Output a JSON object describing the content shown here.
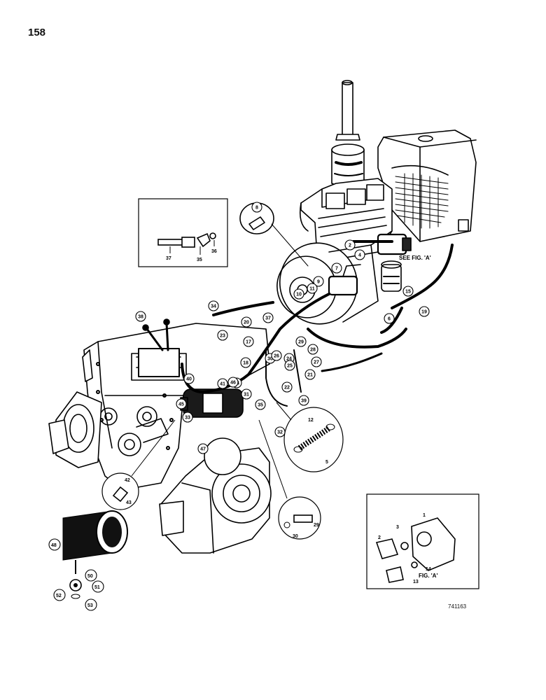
{
  "page_number": "158",
  "figure_id": "741163",
  "see_fig_label": "SEE FIG. 'A'",
  "fig_a_label": "FIG. 'A'",
  "inset_top_parts": [
    "37",
    "35",
    "36"
  ],
  "inset_fig_a_parts": [
    "1",
    "2",
    "3",
    "13",
    "14"
  ],
  "detail_hose_parts": [
    "12",
    "5"
  ],
  "detail_fitting_42_parts": [
    "42",
    "43"
  ],
  "detail_fitting_29_parts": [
    "29",
    "30"
  ],
  "detail_filter_parts": [
    "48",
    "50",
    "51",
    "52",
    "53"
  ],
  "callouts": [
    "8",
    "2",
    "4",
    "7",
    "9",
    "11",
    "10",
    "15",
    "19",
    "6",
    "34",
    "38",
    "37",
    "23",
    "20",
    "17",
    "18",
    "30",
    "26",
    "24",
    "25",
    "29",
    "28",
    "27",
    "21",
    "22",
    "39",
    "40",
    "41",
    "44",
    "45",
    "33",
    "35",
    "31",
    "32",
    "46",
    "47"
  ]
}
